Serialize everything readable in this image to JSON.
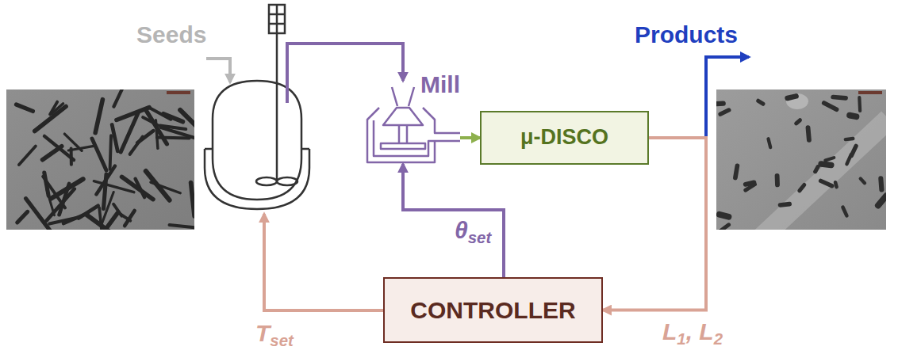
{
  "diagram": {
    "nodes": [
      {
        "text": [
          "Mill"
        ]
      },
      {
        "text": [
          "μ-DISCO"
        ]
      },
      {
        "text": [
          "CONTROLLER"
        ]
      }
    ],
    "edges": [
      {
        "from": 0,
        "to": 1,
        "arrow": "to"
      },
      {
        "from": 1,
        "to": 2,
        "arrow": "to",
        "label": "L1, L2"
      },
      {
        "from": 2,
        "to": 0,
        "arrow": "to",
        "label": "θset"
      }
    ],
    "labels": [
      "Seeds",
      "Products",
      "Tset"
    ]
  }
}
